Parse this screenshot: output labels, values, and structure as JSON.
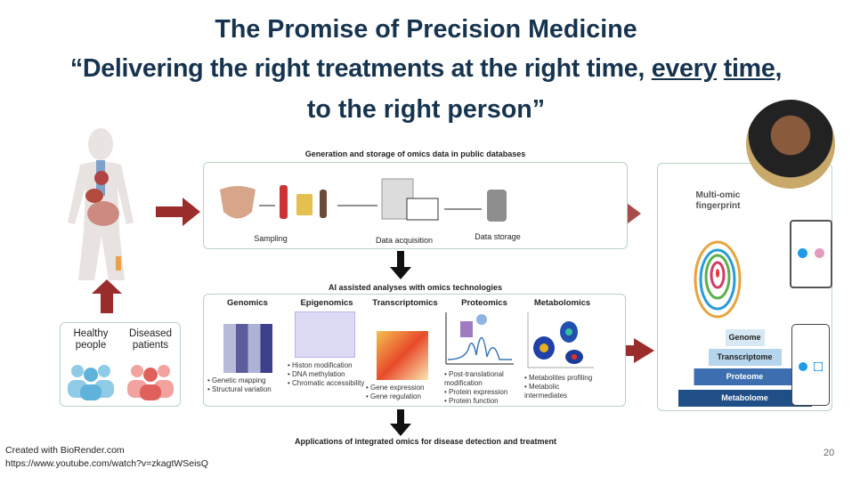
{
  "title": {
    "line1": "The Promise of Precision Medicine",
    "line2_pre": "“Delivering the right treatments at the right time, ",
    "line2_u1": "every",
    "line2_mid": " ",
    "line2_u2": "time",
    "line2_post": ",",
    "line3": "to the right person”"
  },
  "top_panel": {
    "caption": "Generation and storage of omics data in public databases",
    "steps": [
      "Sampling",
      "Data acquisition",
      "Data storage"
    ]
  },
  "mid_panel": {
    "caption": "AI assisted analyses with omics technologies",
    "columns": [
      {
        "title": "Genomics",
        "bullets": [
          "Genetic mapping",
          "Structural variation"
        ]
      },
      {
        "title": "Epigenomics",
        "bullets": [
          "Histon modification",
          "DNA methylation",
          "Chromatic accessibility"
        ]
      },
      {
        "title": "Transcriptomics",
        "bullets": [
          "Gene expression",
          "Gene regulation"
        ]
      },
      {
        "title": "Proteomics",
        "bullets": [
          "Post-translational modification",
          "Protein expression",
          "Protein function"
        ]
      },
      {
        "title": "Metabolomics",
        "bullets": [
          "Metabolites profiling",
          "Metabolic intermediates"
        ]
      }
    ]
  },
  "bottom_caption": "Applications of integrated omics for disease  detection and treatment",
  "groups": {
    "healthy": "Healthy people",
    "diseased": "Diseased patients"
  },
  "fingerprint": {
    "title": "Multi-omic fingerprint",
    "pyramid": [
      "Genome",
      "Transcriptome",
      "Proteome",
      "Metabolome"
    ]
  },
  "footer": {
    "credit": "Created with BioRender.com",
    "url": "https://www.youtube.com/watch?v=zkagtWSeisQ",
    "page": "20"
  },
  "colors": {
    "title": "#17344f",
    "arrow": "#9b2c2c",
    "tier1": "#d6e8f3",
    "tier2": "#b5d5ec",
    "tier3": "#3d6fb0",
    "tier4": "#1f4f86"
  }
}
